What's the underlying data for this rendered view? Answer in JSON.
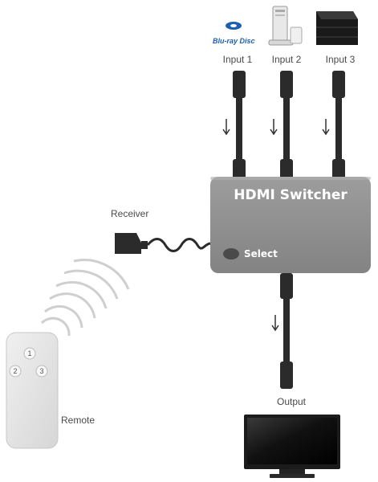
{
  "diagram": {
    "inputs": [
      {
        "label": "Input 1",
        "device": "Blu-ray player",
        "logo_text": "Blu-ray Disc"
      },
      {
        "label": "Input 2",
        "device": "game console (white)"
      },
      {
        "label": "Input 3",
        "device": "game console (black)"
      }
    ],
    "switcher": {
      "title": "HDMI Switcher",
      "button_label": "Select"
    },
    "receiver_label": "Receiver",
    "remote": {
      "label": "Remote",
      "buttons": [
        "1",
        "2",
        "3"
      ]
    },
    "output_label": "Output",
    "colors": {
      "switcher": "#8f8f8f",
      "cable": "#2b2b2b",
      "remote": "#e4e4e4",
      "waves": "#cfcfcf"
    }
  }
}
